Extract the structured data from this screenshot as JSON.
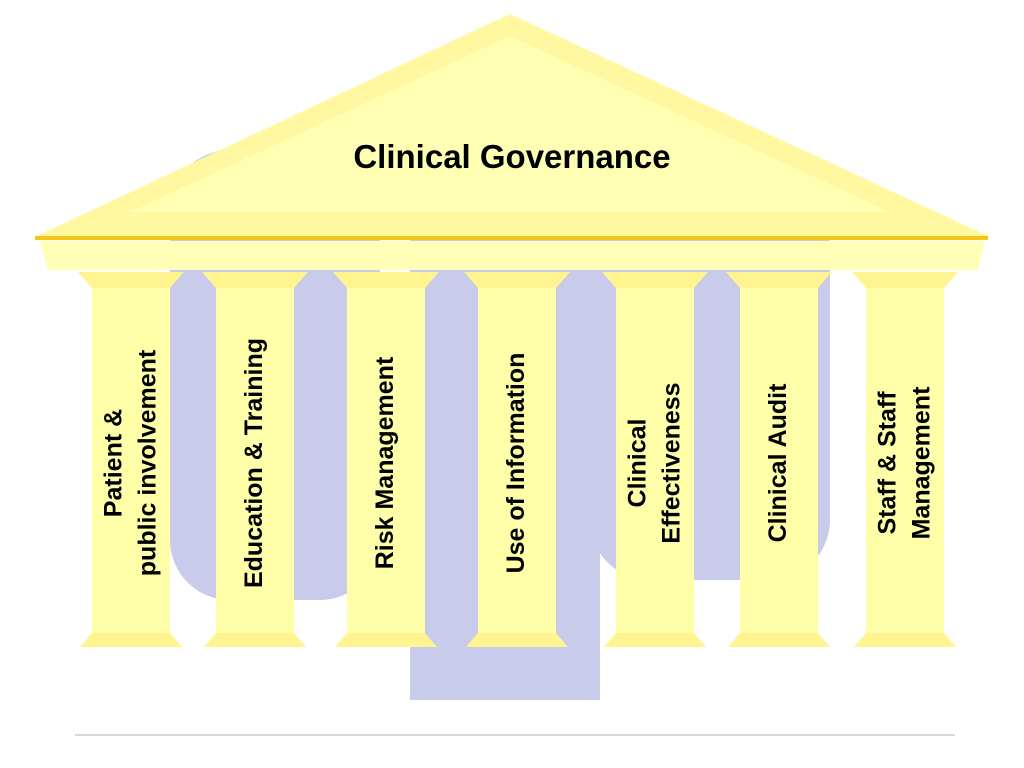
{
  "diagram": {
    "title": "Clinical Governance",
    "pillars": [
      {
        "lines": [
          "Patient &",
          "public involvement"
        ]
      },
      {
        "lines": [
          "Education & Training"
        ]
      },
      {
        "lines": [
          "Risk Management"
        ]
      },
      {
        "lines": [
          "Use of Information"
        ]
      },
      {
        "lines": [
          "Clinical",
          "Effectiveness"
        ]
      },
      {
        "lines": [
          "Clinical Audit"
        ]
      },
      {
        "lines": [
          "Staff & Staff",
          "Management"
        ]
      }
    ]
  },
  "colors": {
    "pillar_fill": "#FFFFAA",
    "pillar_cap": "#FFF490",
    "roof_fill": "#FFFFB3",
    "roof_border": "#FFEF8A",
    "beam_line": "#F5C518",
    "watermark": "#C8CBEA",
    "text": "#000000"
  }
}
